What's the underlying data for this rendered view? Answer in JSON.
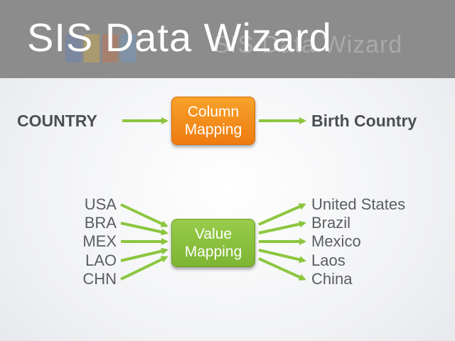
{
  "title": "SIS Data Wizard",
  "background_text": "SIS Data Wizard",
  "column_mapping": {
    "source": "COUNTRY",
    "box_line1": "Column",
    "box_line2": "Mapping",
    "target": "Birth Country"
  },
  "value_mapping": {
    "box_line1": "Value",
    "box_line2": "Mapping",
    "sources": [
      "USA",
      "BRA",
      "MEX",
      "LAO",
      "CHN"
    ],
    "targets": [
      "United States",
      "Brazil",
      "Mexico",
      "Laos",
      "China"
    ]
  },
  "colors": {
    "arrow": "#8cc63f",
    "column_box": "#f39019",
    "value_box": "#8dc341",
    "title_bar": "#8c8c8c"
  }
}
